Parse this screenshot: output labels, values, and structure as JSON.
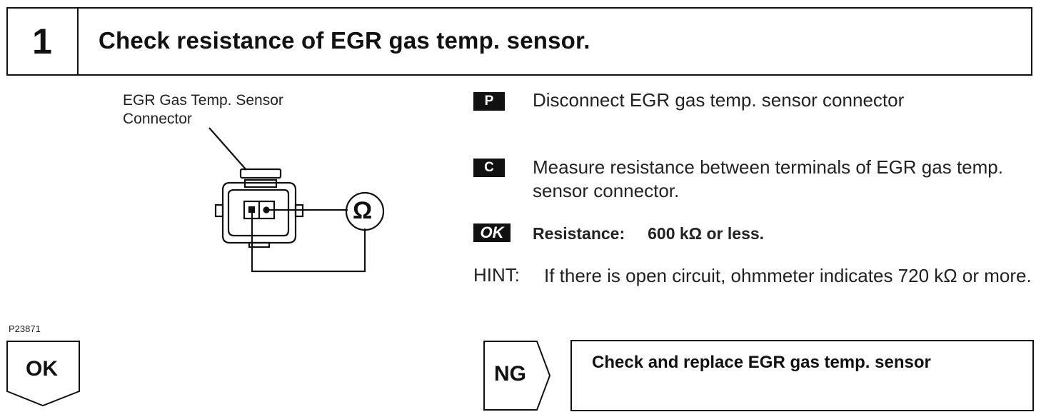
{
  "step": {
    "number": "1",
    "title": "Check resistance of EGR gas temp. sensor."
  },
  "figure": {
    "label_line1": "EGR Gas Temp. Sensor",
    "label_line2": "Connector",
    "meter_symbol": "Ω",
    "code": "P23871"
  },
  "instructions": {
    "p": {
      "badge": "P",
      "text": "Disconnect EGR gas temp. sensor connector"
    },
    "c": {
      "badge": "C",
      "text": "Measure resistance between terminals of EGR gas temp. sensor connector."
    },
    "ok": {
      "badge": "OK",
      "label": "Resistance:",
      "value": "600 kΩ or less."
    },
    "hint": {
      "label": "HINT:",
      "text": "If there is open circuit, ohmmeter indicates 720 kΩ or more."
    }
  },
  "result_ok": {
    "label": "OK"
  },
  "result_ng": {
    "label": "NG",
    "action": "Check and replace EGR gas temp. sensor"
  }
}
